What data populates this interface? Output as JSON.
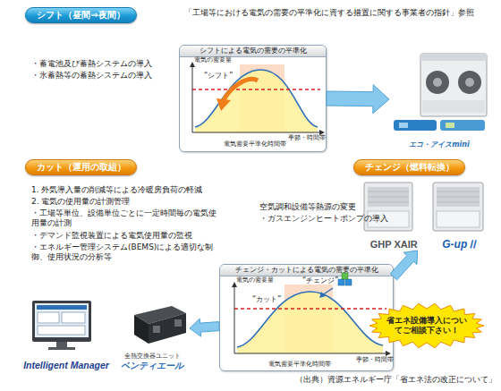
{
  "diagram": {
    "title": "「工場等における電気の需要の平準化に資する措置に関する事業者の指針」参照",
    "caption": "（出典）資源エネルギー庁「省エネ法の改正について」",
    "nodes": [
      {
        "text": [
          "シフト（昼間⇒夜間）"
        ]
      },
      {
        "text": [
          "シフトによる電気の需要の平準化"
        ]
      },
      {
        "text": [
          "エコ・アイスmini"
        ]
      },
      {
        "text": [
          "カット（運用の取組）"
        ]
      },
      {
        "text": [
          "チェンジ（燃料転換）"
        ]
      },
      {
        "text": [
          "GHP XAIR",
          "G-upⅡ"
        ]
      },
      {
        "text": [
          "チェンジ・カットによる電気の需要の平準化"
        ]
      },
      {
        "text": [
          "省エネ設備導入についてご相談下さい！"
        ]
      },
      {
        "text": [
          "Intelligent Manager"
        ]
      },
      {
        "text": [
          "全熱交換器ユニット",
          "ベンティエール"
        ]
      }
    ],
    "edges": [
      {
        "from": 1,
        "to": 2,
        "arrow": "to"
      },
      {
        "from": 6,
        "to": 5,
        "arrow": "to"
      },
      {
        "from": 6,
        "to": 9,
        "arrow": "to"
      }
    ],
    "labels": [
      "・蓄電池及び蓄熱システムの導入",
      "・氷蓄熱等の蓄熱システムの導入",
      "電気の需要量",
      "“シフト”",
      "季節・時間帯",
      "電気需要平準化時間帯",
      "1. 外気導入量の削減等による冷暖房負荷の軽減",
      "2. 電気の使用量の計測管理",
      "・工場等単位、設備単位ごとに一定時間毎の電気使用量の計測",
      "・デマンド監視装置による電気使用量の監視",
      "・エネルギー管理システム(BEMS)による適切な制御、使用状況の分析等",
      "空気調和設備等熱源の変更",
      "・ガスエンジンヒートポンプの導入",
      "電気の需要量",
      "“カット”",
      "“チェンジ”",
      "季節・時間帯",
      "電気需要平準化時間帯"
    ]
  }
}
